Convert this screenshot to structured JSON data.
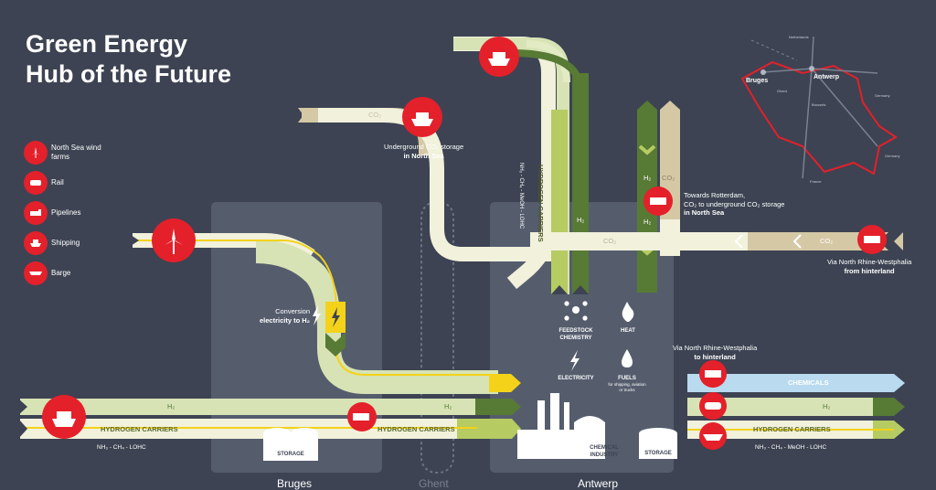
{
  "title_line1": "Green Energy",
  "title_line2": "Hub of the Future",
  "legend": [
    {
      "icon": "wind-turbine-icon",
      "label": "North Sea wind farms"
    },
    {
      "icon": "train-icon",
      "label": "Rail"
    },
    {
      "icon": "pipeline-icon",
      "label": "Pipelines"
    },
    {
      "icon": "ship-icon",
      "label": "Shipping"
    },
    {
      "icon": "barge-icon",
      "label": "Barge"
    }
  ],
  "cities": {
    "bruges": "Bruges",
    "ghent": "Ghent",
    "antwerp": "Antwerp"
  },
  "labels": {
    "co2_storage_line1": "Underground CO₂ storage",
    "co2_storage_line2": "in North Sea",
    "conversion_line1": "Conversion",
    "conversion_line2": "electricity to H₂",
    "rotterdam_line1": "Towards Rotterdam,",
    "rotterdam_line2": "CO₂ to underground CO₂ storage",
    "rotterdam_line3": "in North Sea",
    "nrw_source_line1": "Via North Rhine-Westphalia",
    "nrw_source_line2": "from hinterland",
    "nrw_dest_line1": "Via North Rhine-Westphalia",
    "nrw_dest_line2": "to hinterland",
    "carriers_left": "NH₃ - CH₄ - LOHC",
    "carriers_right": "NH₃ - CH₄ - MeOH - LOHC",
    "carriers_vertical": "NH₃ - CH₄ - MeOH - LOHC"
  },
  "stream_labels": {
    "h2": "H₂",
    "co2": "CO₂",
    "hydrogen_carriers": "HYDROGEN CARRIERS",
    "chemicals": "CHEMICALS"
  },
  "features": {
    "feedstock_line1": "FEEDSTOCK",
    "feedstock_line2": "CHEMISTRY",
    "heat": "HEAT",
    "electricity": "ELECTRICITY",
    "fuels": "FUELS",
    "fuels_sub1": "for shipping, aviation",
    "fuels_sub2": "or trucks",
    "storage": "STORAGE",
    "chemical_line1": "CHEMICAL",
    "chemical_line2": "INDUSTRY"
  },
  "map": {
    "netherlands": "Netherlands",
    "bruges": "Bruges",
    "antwerp": "Antwerp",
    "ghent": "Ghent",
    "brussels": "Brussels",
    "germany_top": "Germany",
    "germany_bottom": "Germany",
    "france": "France"
  },
  "colors": {
    "background": "#3d4352",
    "zone": "#555d6d",
    "brand_red": "#e4202a",
    "cream": "#f1f1dc",
    "light_green": "#d7e3b5",
    "lime": "#b6cb62",
    "dark_green": "#577a35",
    "beige": "#d5c8a5",
    "yellow": "#f3d219",
    "light_blue": "#b9daef"
  }
}
